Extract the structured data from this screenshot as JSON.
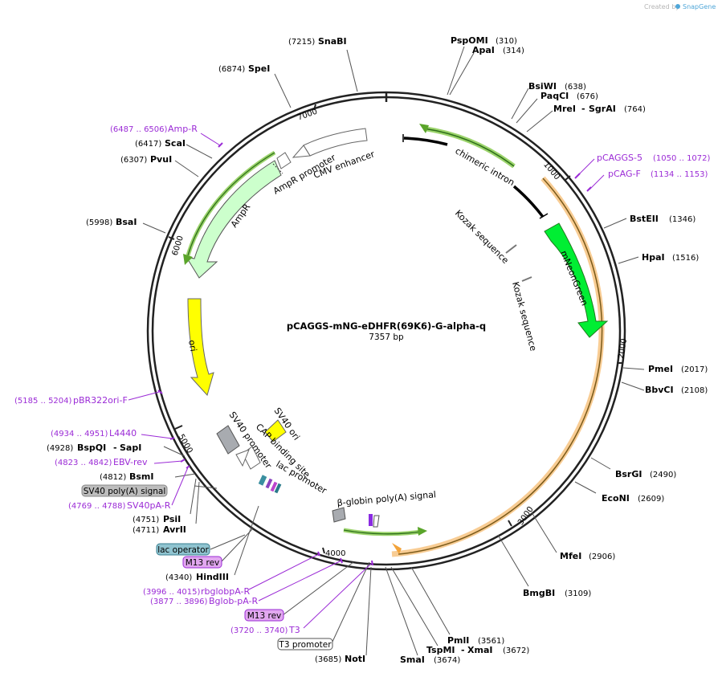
{
  "watermark": {
    "text": "Created by",
    "brand": "SnapGene"
  },
  "map": {
    "name": "pCAGGS-mNG-eDHFR(69K6)-G-alpha-q",
    "size": "7357 bp"
  },
  "ticks": [
    "1000",
    "2000",
    "3000",
    "4000",
    "5000",
    "6000",
    "7000"
  ],
  "sites": [
    {
      "name": "SnaBI",
      "pos": "(7215)"
    },
    {
      "name": "PspOMI",
      "pos": "(310)"
    },
    {
      "name": "ApaI",
      "pos": "(314)"
    },
    {
      "name": "SpeI",
      "pos": "(6874)"
    },
    {
      "name": "BsiWI",
      "pos": "(638)"
    },
    {
      "name": "PaqCI",
      "pos": "(676)"
    },
    {
      "name": "MreI",
      "pos": "(764)",
      "extra": "SgrAI"
    },
    {
      "name": "ScaI",
      "pos": "(6417)"
    },
    {
      "name": "PvuI",
      "pos": "(6307)"
    },
    {
      "name": "BstEII",
      "pos": "(1346)"
    },
    {
      "name": "BsaI",
      "pos": "(5998)"
    },
    {
      "name": "HpaI",
      "pos": "(1516)"
    },
    {
      "name": "PmeI",
      "pos": "(2017)"
    },
    {
      "name": "BbvCI",
      "pos": "(2108)"
    },
    {
      "name": "BspQI",
      "pos": "(4928)",
      "extra": "SapI"
    },
    {
      "name": "BsmI",
      "pos": "(4812)"
    },
    {
      "name": "BsrGI",
      "pos": "(2490)"
    },
    {
      "name": "EcoNI",
      "pos": "(2609)"
    },
    {
      "name": "PsiI",
      "pos": "(4751)"
    },
    {
      "name": "AvrII",
      "pos": "(4711)"
    },
    {
      "name": "MfeI",
      "pos": "(2906)"
    },
    {
      "name": "HindIII",
      "pos": "(4340)"
    },
    {
      "name": "BmgBI",
      "pos": "(3109)"
    },
    {
      "name": "PmlI",
      "pos": "(3561)"
    },
    {
      "name": "TspMI",
      "pos": "(3672)",
      "extra": "XmaI"
    },
    {
      "name": "NotI",
      "pos": "(3685)"
    },
    {
      "name": "SmaI",
      "pos": "(3674)"
    }
  ],
  "primers": [
    {
      "name": "Amp-R",
      "range": "(6487 .. 6506)"
    },
    {
      "name": "pCAGGS-5",
      "range": "(1050 .. 1072)"
    },
    {
      "name": "pCAG-F",
      "range": "(1134 .. 1153)"
    },
    {
      "name": "pBR322ori-F",
      "range": "(5185 .. 5204)"
    },
    {
      "name": "L4440",
      "range": "(4934 .. 4951)"
    },
    {
      "name": "EBV-rev",
      "range": "(4823 .. 4842)"
    },
    {
      "name": "SV40pA-R",
      "range": "(4769 .. 4788)"
    },
    {
      "name": "rbglobpA-R",
      "range": "(3996 .. 4015)"
    },
    {
      "name": "Bglob-pA-R",
      "range": "(3877 .. 3896)"
    },
    {
      "name": "T3",
      "range": "(3720 .. 3740)"
    }
  ],
  "boxed_features": [
    {
      "name": "SV40 poly(A) signal",
      "color": "#bdbdbd"
    },
    {
      "name": "lac operator",
      "color": "#8fc3cf"
    },
    {
      "name": "M13 rev",
      "color": "#e2a8f0"
    },
    {
      "name": "M13 rev",
      "color": "#e2a8f0"
    },
    {
      "name": "T3 promoter",
      "color": "#ffffff"
    }
  ],
  "features": [
    {
      "name": "chimeric intron"
    },
    {
      "name": "Kozak sequence"
    },
    {
      "name": "Kozak sequence"
    },
    {
      "name": "mNeonGreen"
    },
    {
      "name": "CMV enhancer"
    },
    {
      "name": "AmpR promoter"
    },
    {
      "name": "AmpR"
    },
    {
      "name": "ori"
    },
    {
      "name": "SV40 ori"
    },
    {
      "name": "SV40 promoter"
    },
    {
      "name": "CAP binding site"
    },
    {
      "name": "lac promoter"
    },
    {
      "name": "β-globin poly(A) signal"
    }
  ],
  "colors": {
    "backbone": "#222222",
    "primer": "#9b2bd6",
    "ampr": "#ccffcc",
    "ori": "#ffff00",
    "mneongreen": "#00ee33",
    "orange_orf": "#f2a33a",
    "green_orf": "#5aa52a",
    "snapgene_blue": "#4fa6d8"
  }
}
